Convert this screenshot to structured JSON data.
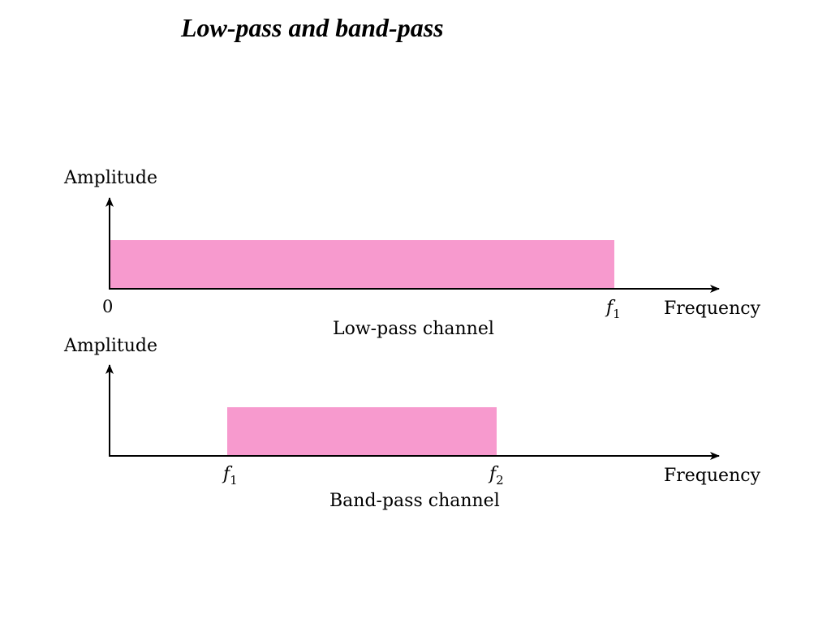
{
  "title": "Low-pass and band-pass",
  "colors": {
    "band_fill": "#F79ACE",
    "axis": "#000000"
  },
  "panels": [
    {
      "id": "low-pass",
      "y_axis_label": "Amplitude",
      "x_axis_label": "Frequency",
      "caption": "Low-pass channel",
      "band_start": {
        "text": "0",
        "sub": ""
      },
      "band_end": {
        "text": "f",
        "sub": "1"
      }
    },
    {
      "id": "band-pass",
      "y_axis_label": "Amplitude",
      "x_axis_label": "Frequency",
      "caption": "Band-pass channel",
      "band_start": {
        "text": "f",
        "sub": "1"
      },
      "band_end": {
        "text": "f",
        "sub": "2"
      }
    }
  ]
}
